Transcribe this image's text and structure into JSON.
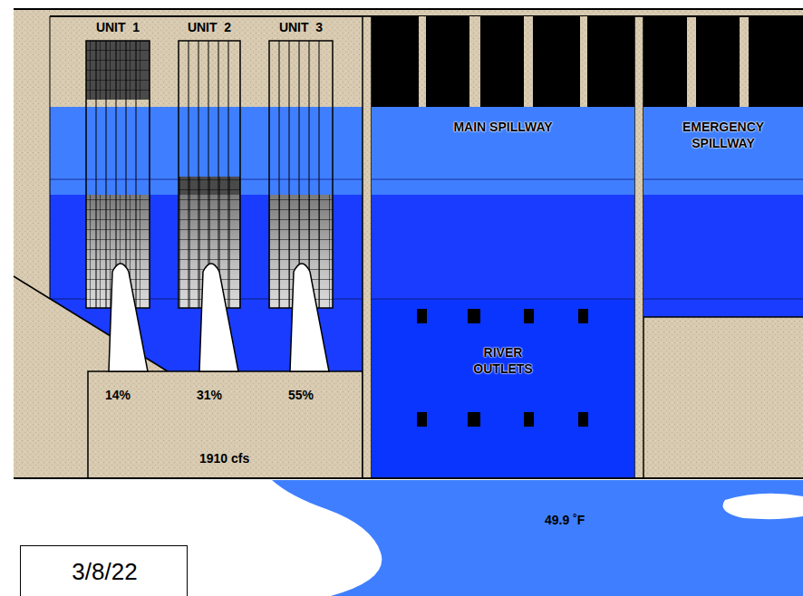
{
  "diagram": {
    "nodes": [
      {
        "text": [
          "UNIT  1"
        ]
      },
      {
        "text": [
          "UNIT  2"
        ]
      },
      {
        "text": [
          "UNIT  3"
        ]
      },
      {
        "text": [
          "MAIN SPILLWAY"
        ]
      },
      {
        "text": [
          "RIVER OUTLETS"
        ],
        "in": 3
      },
      {
        "text": [
          "EMERGENCY SPILLWAY"
        ]
      },
      {
        "text": [
          "3/8/22"
        ]
      }
    ],
    "labels": [
      "14%",
      "31%",
      "55%",
      "1910 cfs",
      "49.9 ˚F"
    ]
  }
}
